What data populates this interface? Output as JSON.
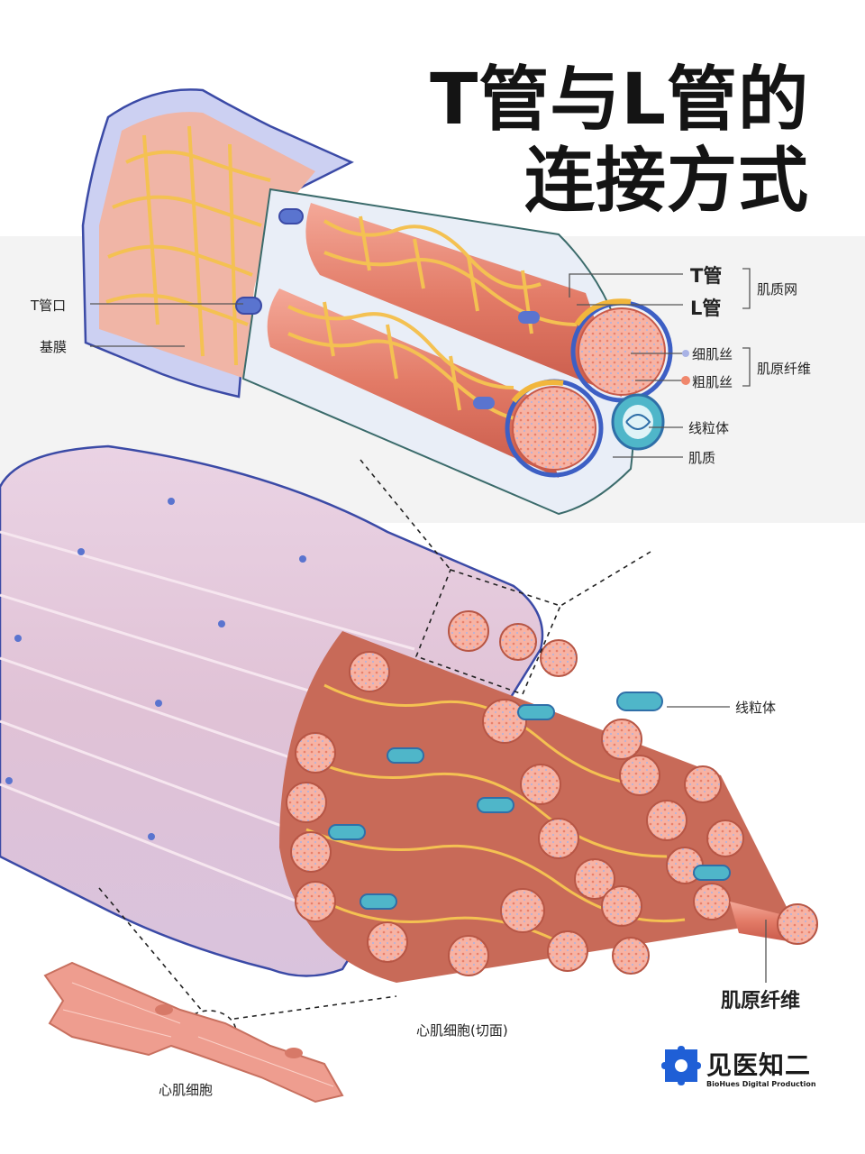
{
  "title": {
    "line1": "T管与L管的",
    "line2": "连接方式"
  },
  "top_labels": {
    "t_tubule_opening": "T管口",
    "basement_membrane": "基膜",
    "t_tubule": "T管",
    "l_tubule": "L管",
    "sarcoplasmic_reticulum": "肌质网",
    "thin_filament": "细肌丝",
    "thick_filament": "粗肌丝",
    "myofibril": "肌原纤维",
    "mitochondria": "线粒体",
    "sarcoplasm": "肌质"
  },
  "bottom_labels": {
    "mitochondria": "线粒体",
    "myofibril": "肌原纤维",
    "cross_section": "心肌细胞(切面)",
    "cardiomyocyte": "心肌细胞"
  },
  "logo": {
    "name": "见医知二",
    "tagline": "BioHues Digital Production"
  },
  "colors": {
    "t_tubule": "#3d5fc4",
    "l_tubule": "#f2b63c",
    "myofibril": "#e8836e",
    "thin_filament": "#a9b3e6",
    "thick_filament": "#f0876c",
    "mitochondria": "#4fb6c9",
    "membrane": "#b9bfeb",
    "brand": "#1f5fd6"
  }
}
